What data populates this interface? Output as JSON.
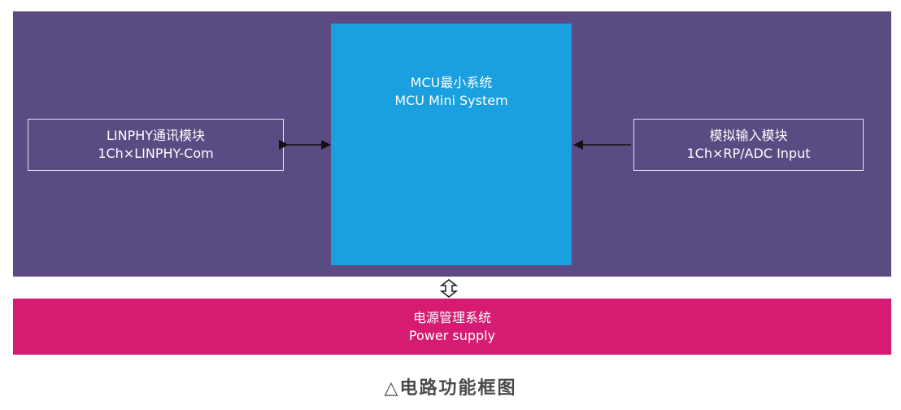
{
  "colors": {
    "main_panel": "#5a4b82",
    "mcu_block": "#1a9fe0",
    "power_block": "#d51c72",
    "caption_text": "#4a4a4a"
  },
  "mcu": {
    "title_cn": "MCU最小系统",
    "title_en": "MCU Mini System"
  },
  "lin_module": {
    "title_cn": "LINPHY通讯模块",
    "title_en": "1Ch×LINPHY-Com"
  },
  "analog_module": {
    "title_cn": "模拟输入模块",
    "title_en": "1Ch×RP/ADC Input"
  },
  "power_module": {
    "title_cn": "电源管理系统",
    "title_en": "Power supply"
  },
  "caption": "△电路功能框图"
}
